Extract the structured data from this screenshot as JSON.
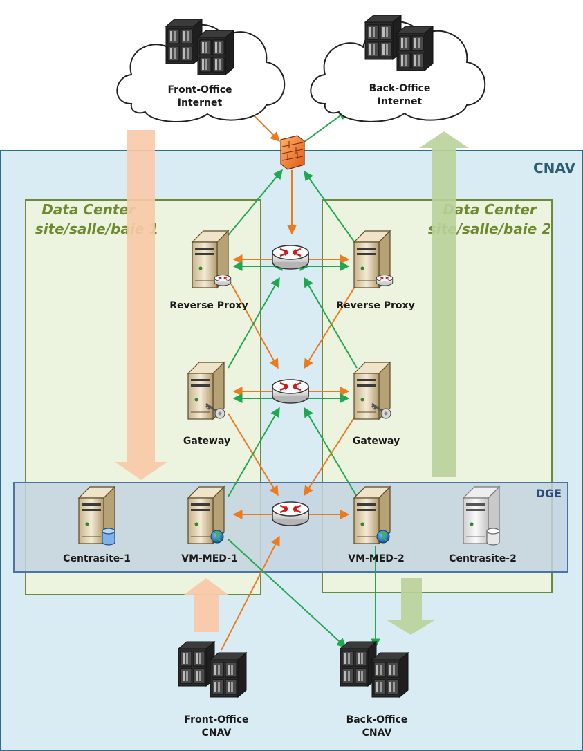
{
  "zone": {
    "label": "CNAV"
  },
  "datacenters": [
    {
      "line1": "Data Center",
      "line2": "site/salle/baie 1"
    },
    {
      "line1": "Data Center",
      "line2": "site/salle/baie 2"
    }
  ],
  "dge": {
    "label": "DGE"
  },
  "clouds": [
    {
      "line1": "Front-Office",
      "line2": "Internet"
    },
    {
      "line1": "Back-Office",
      "line2": "Internet"
    }
  ],
  "servers": {
    "rp1": "Reverse Proxy",
    "rp2": "Reverse Proxy",
    "gw1": "Gateway",
    "gw2": "Gateway",
    "cs1": "Centrasite-1",
    "vm1": "VM-MED-1",
    "vm2": "VM-MED-2",
    "cs2": "Centrasite-2"
  },
  "bottom": [
    {
      "line1": "Front-Office",
      "line2": "CNAV"
    },
    {
      "line1": "Back-Office",
      "line2": "CNAV"
    }
  ],
  "colors": {
    "orange_link": "#ee7a1e",
    "green_link": "#1fa84f",
    "zone_fill": "#d9ebf3",
    "datacenter_fill": "#eef3dc",
    "dge_fill": "#c4d3e0"
  }
}
